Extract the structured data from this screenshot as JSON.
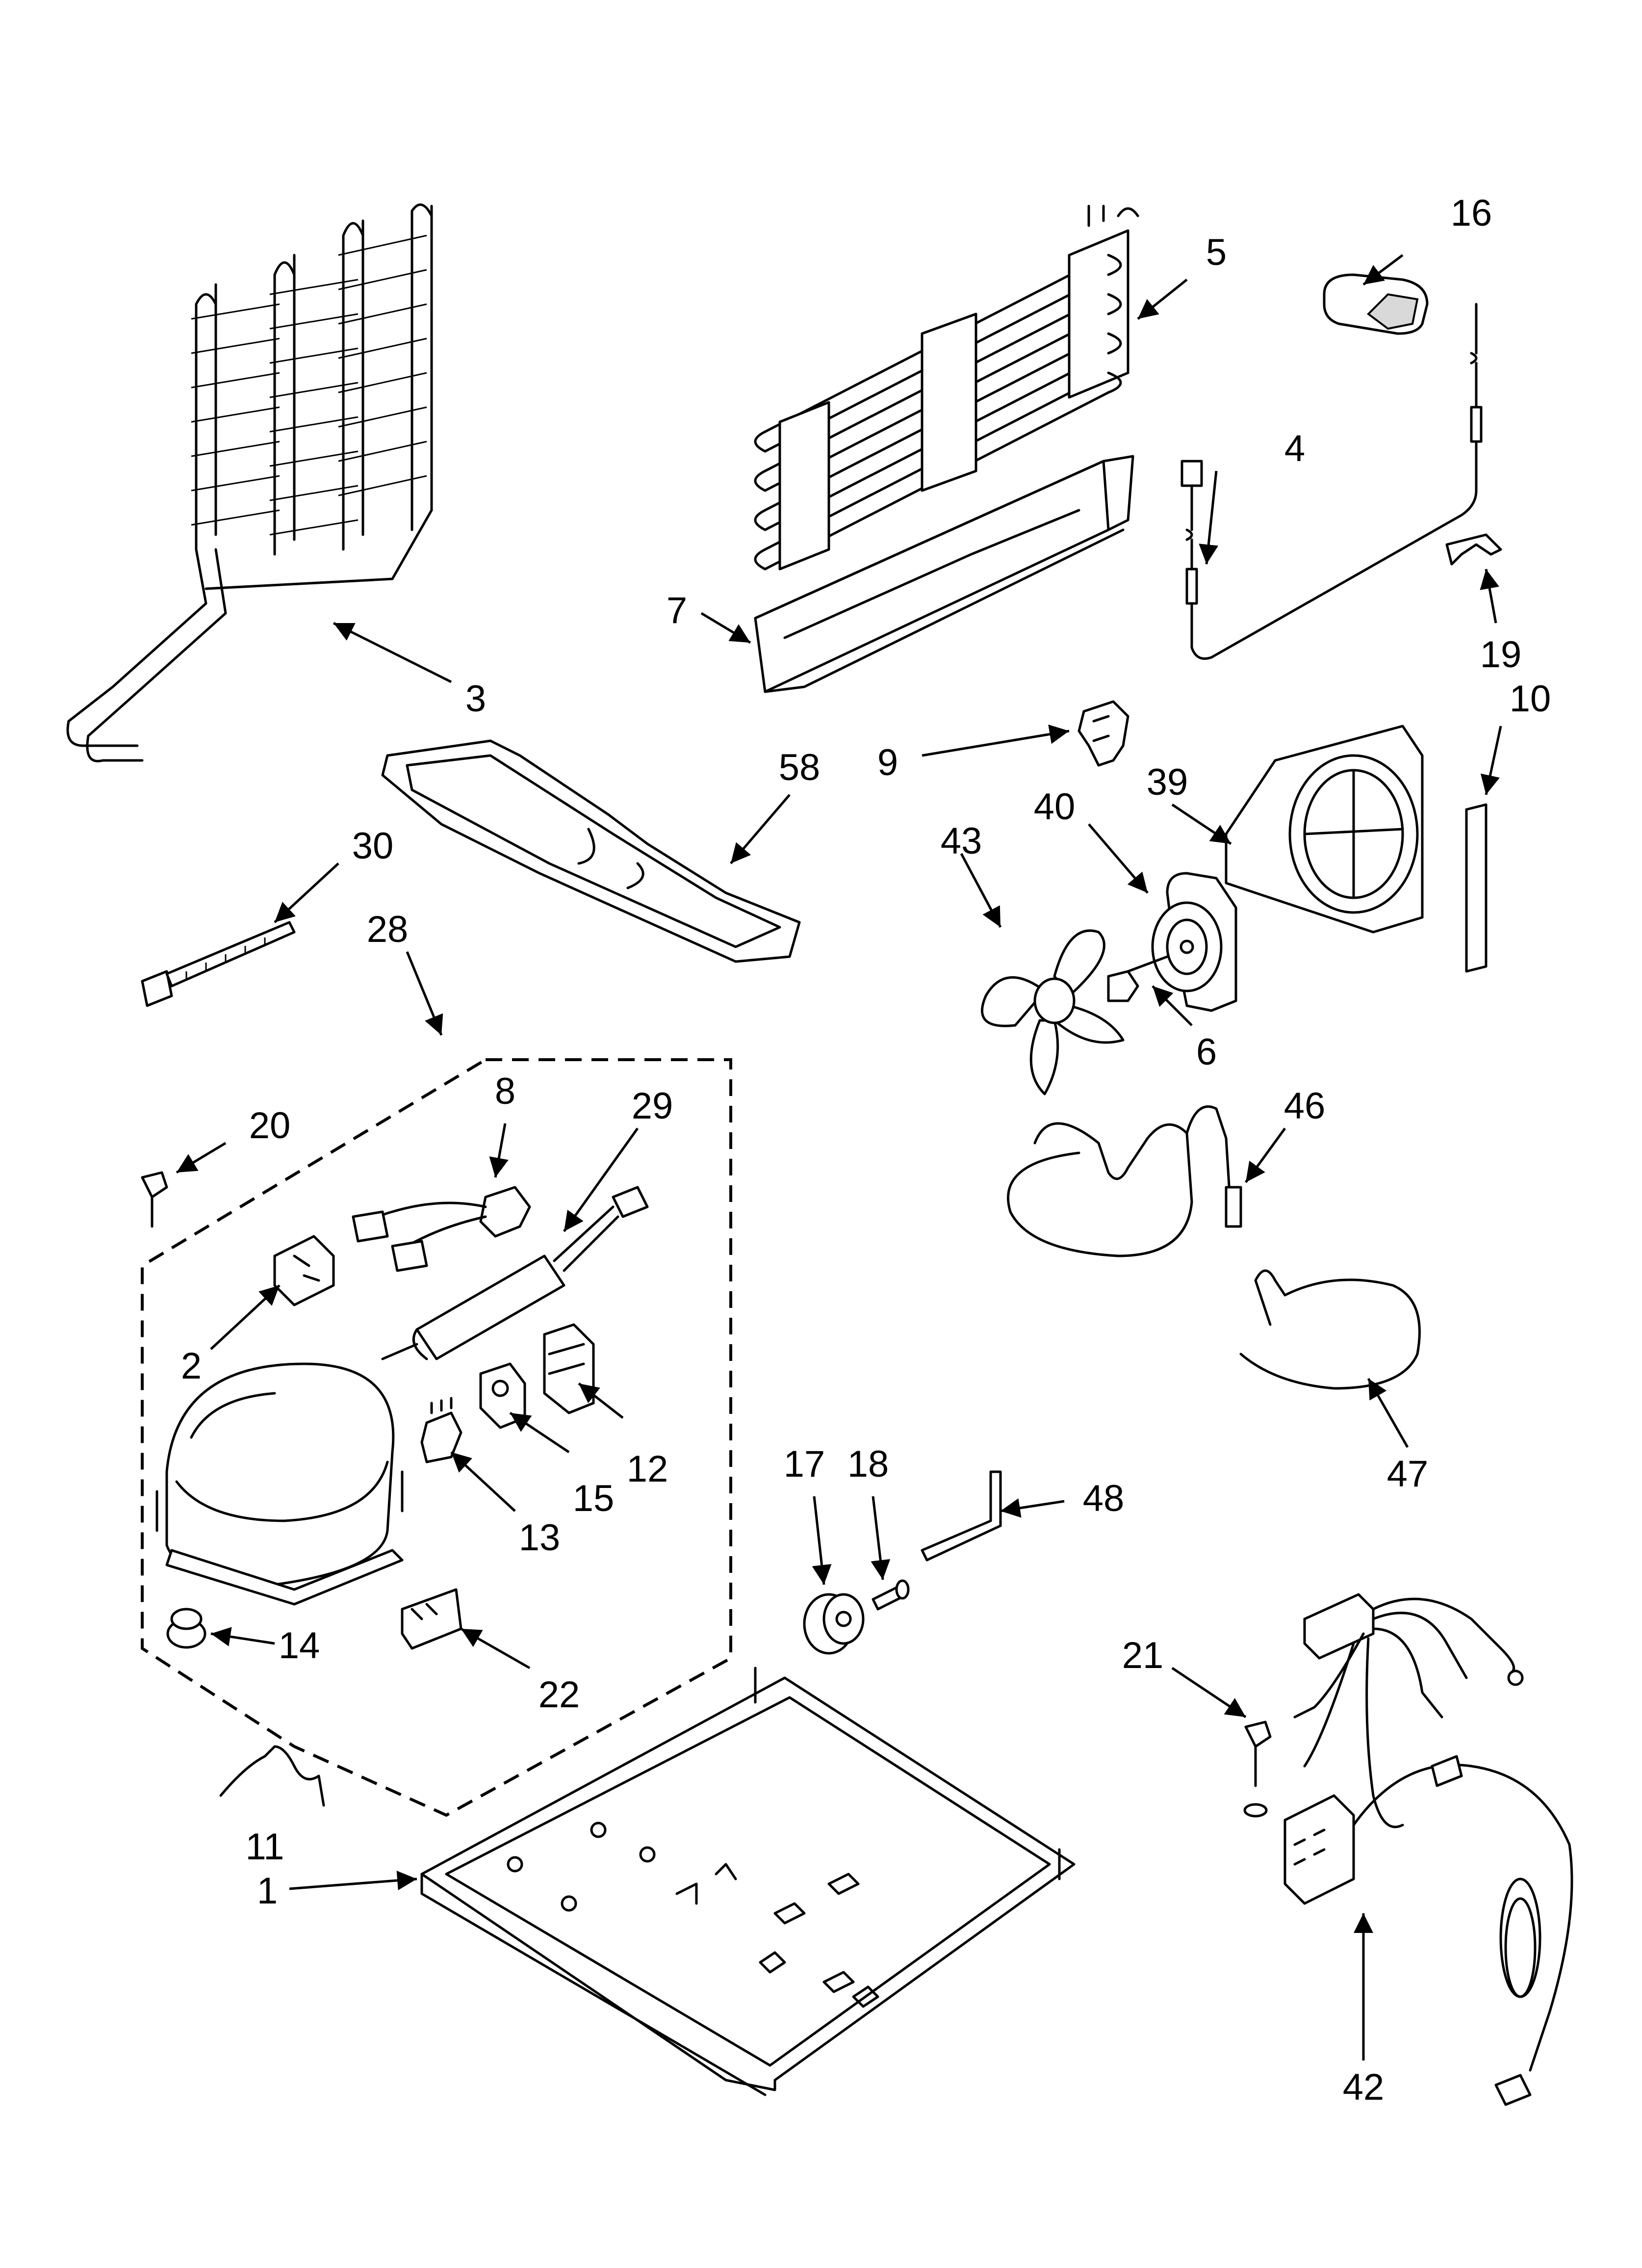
{
  "diagram": {
    "callouts": [
      "1",
      "2",
      "3",
      "4",
      "5",
      "6",
      "7",
      "8",
      "9",
      "10",
      "11",
      "12",
      "13",
      "14",
      "15",
      "16",
      "17",
      "18",
      "19",
      "20",
      "21",
      "22",
      "28",
      "29",
      "30",
      "39",
      "40",
      "42",
      "43",
      "46",
      "47",
      "48",
      "58"
    ]
  },
  "colors": {
    "line": "#000000",
    "background": "#ffffff",
    "shade": "#d9d9d9"
  }
}
